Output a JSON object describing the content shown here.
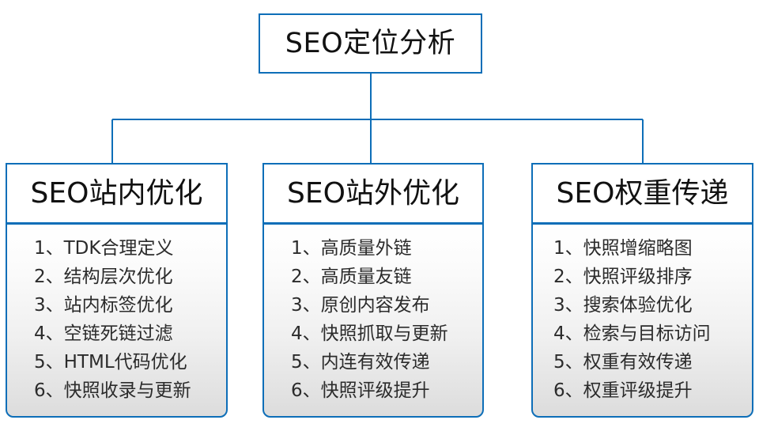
{
  "diagram": {
    "type": "organization-tree",
    "accent_color": "#0d6eb8",
    "text_color": "#111111",
    "body_text_color": "#2b2b2b",
    "root": {
      "title": "SEO定位分析"
    },
    "branches": [
      {
        "header": "SEO站内优化",
        "items": [
          "1、TDK合理定义",
          "2、结构层次优化",
          "3、站内标签优化",
          "4、空链死链过滤",
          "5、HTML代码优化",
          "6、快照收录与更新"
        ]
      },
      {
        "header": "SEO站外优化",
        "items": [
          "1、高质量外链",
          "2、高质量友链",
          "3、原创内容发布",
          "4、快照抓取与更新",
          "5、内连有效传递",
          "6、快照评级提升"
        ]
      },
      {
        "header": "SEO权重传递",
        "items": [
          "1、快照增缩略图",
          "2、快照评级排序",
          "3、搜索体验优化",
          "4、检索与目标访问",
          "5、权重有效传递",
          "6、权重评级提升"
        ]
      }
    ]
  }
}
